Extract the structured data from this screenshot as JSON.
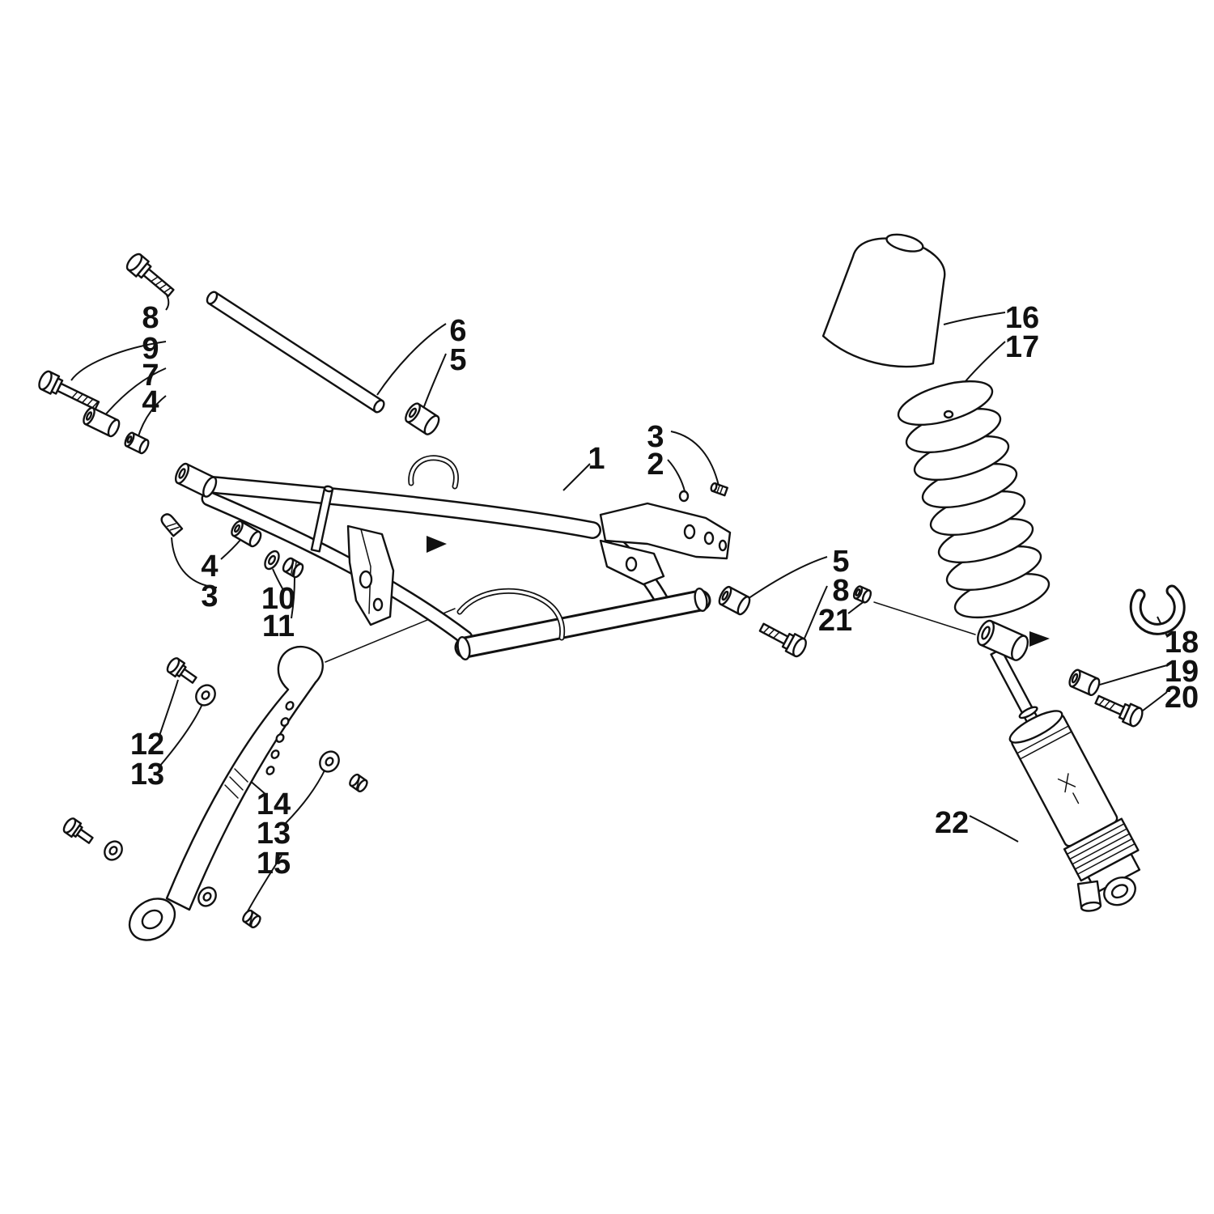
{
  "diagram": {
    "background_color": "#ffffff",
    "line_color": "#111111",
    "label_color": "#111111"
  },
  "callouts": [
    {
      "label": "8"
    },
    {
      "label": "9"
    },
    {
      "label": "7"
    },
    {
      "label": "4"
    },
    {
      "label": "6"
    },
    {
      "label": "5"
    },
    {
      "label": "1"
    },
    {
      "label": "3"
    },
    {
      "label": "2"
    },
    {
      "label": "4"
    },
    {
      "label": "3"
    },
    {
      "label": "10"
    },
    {
      "label": "11"
    },
    {
      "label": "12"
    },
    {
      "label": "13"
    },
    {
      "label": "14"
    },
    {
      "label": "13"
    },
    {
      "label": "15"
    },
    {
      "label": "5"
    },
    {
      "label": "8"
    },
    {
      "label": "21"
    },
    {
      "label": "16"
    },
    {
      "label": "17"
    },
    {
      "label": "18"
    },
    {
      "label": "19"
    },
    {
      "label": "20"
    },
    {
      "label": "22"
    }
  ]
}
